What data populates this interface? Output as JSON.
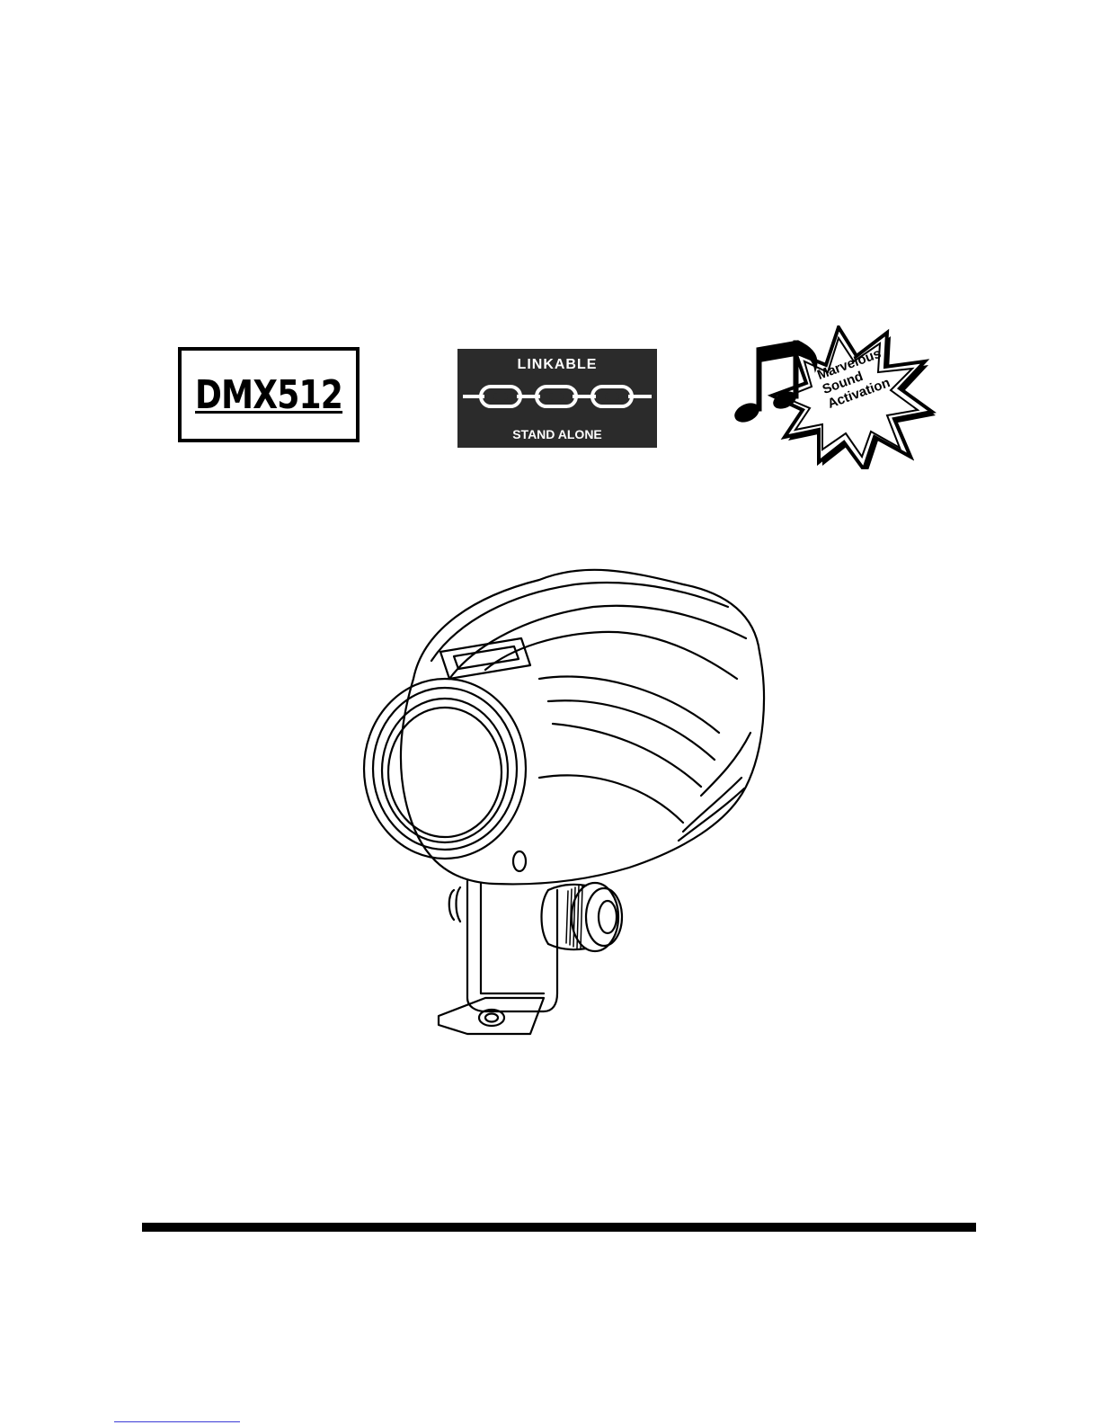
{
  "badges": {
    "dmx": {
      "label": "DMX512"
    },
    "linkable": {
      "top": "LINKABLE",
      "bottom": "STAND ALONE"
    },
    "sound": {
      "line1": "Marvelous",
      "line2": "Sound",
      "line3": "Activation"
    }
  },
  "product": {
    "icon": "effect-light-fixture-illustration"
  },
  "colors": {
    "ink": "#000000",
    "badge_dark": "#2b2b2b",
    "link_blue": "#3b3bd6"
  }
}
